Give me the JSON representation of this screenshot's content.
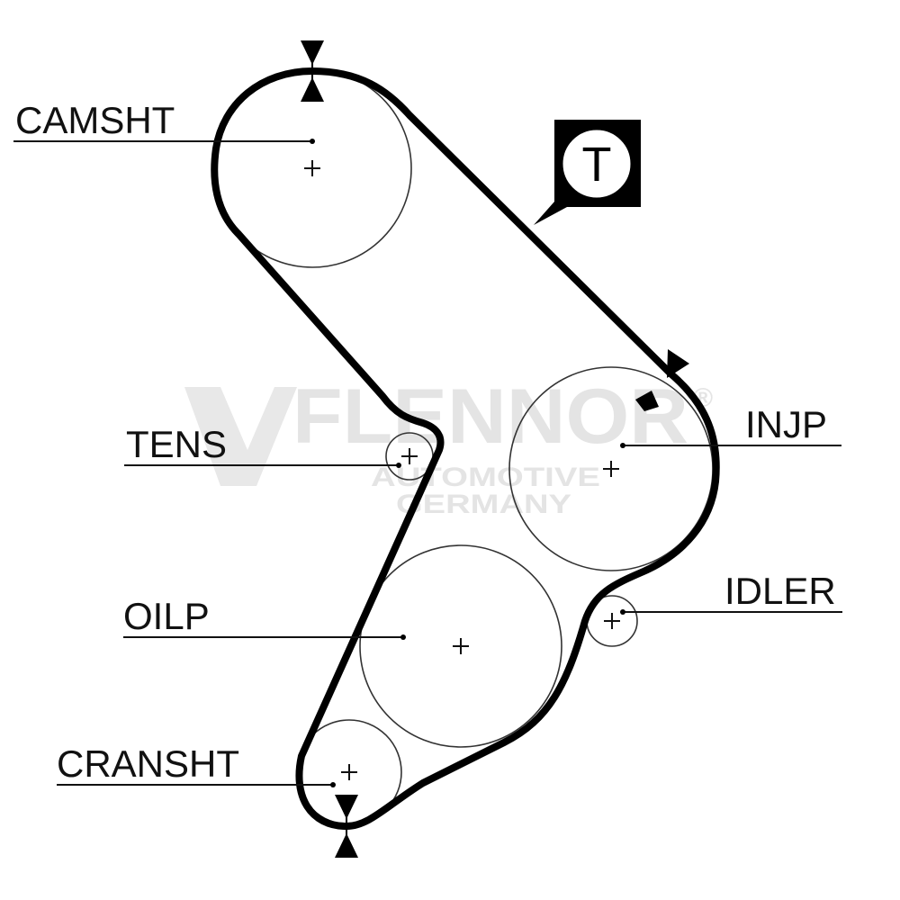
{
  "labels": {
    "camsht": "CAMSHT",
    "tens": "TENS",
    "oilp": "OILP",
    "cransht": "CRANSHT",
    "injp": "INJP",
    "idler": "IDLER"
  },
  "tensioner_badge": "T",
  "watermark": {
    "brand": "FLENNOR",
    "registered": "®",
    "line1": "AUTOMOTIVE",
    "line2": "GERMANY"
  },
  "colors": {
    "belt": "#000000",
    "watermark": "#e4e4e4"
  }
}
